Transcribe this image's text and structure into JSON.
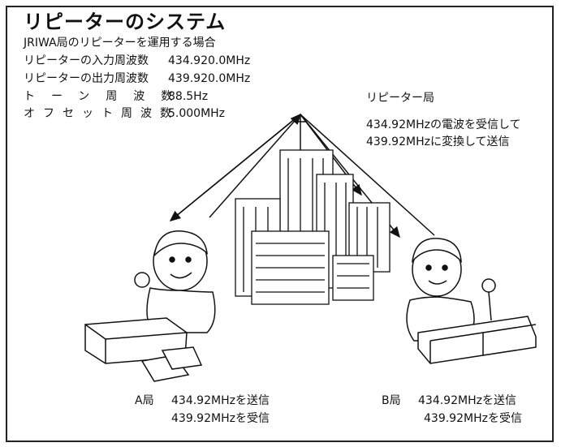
{
  "title": "リピーターのシステム",
  "spec": {
    "heading": "JRIWA局のリピーターを運用する場合",
    "rows": [
      {
        "label": "リピーターの入力周波数",
        "value": "434.920.0MHz"
      },
      {
        "label": "リピーターの出力周波数",
        "value": "439.920.0MHz"
      },
      {
        "label": "トーン周波数",
        "value": "88.5Hz"
      },
      {
        "label": "オフセット周波数",
        "value": "5.000MHz"
      }
    ]
  },
  "repeater": {
    "name": "リピーター局",
    "desc1": "434.92MHzの電波を受信して",
    "desc2": "439.92MHzに変換して送信"
  },
  "station_a": {
    "name": "A局",
    "line1": "434.92MHzを送信",
    "line2": "439.92MHzを受信"
  },
  "station_b": {
    "name": "B局",
    "line1": "434.92MHzを送信",
    "line2": "439.92MHzを受信"
  }
}
